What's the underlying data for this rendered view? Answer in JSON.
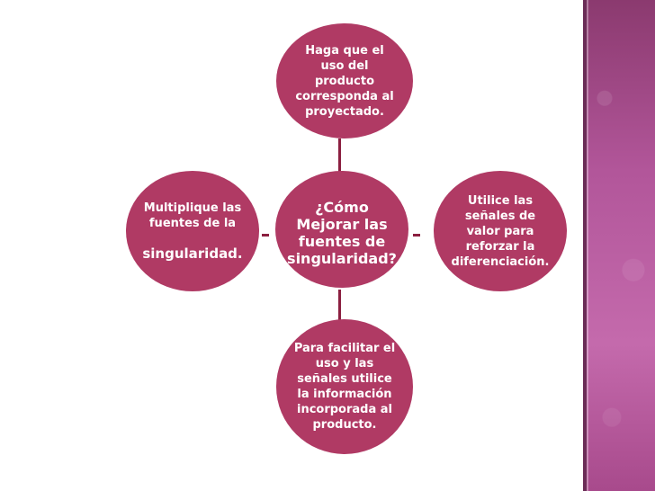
{
  "diagram": {
    "center": "¿Cómo\nMejorar las\nfuentes de\nsingularidad?",
    "top": "Haga que el\nuso del\nproducto\ncorresponda al\nproyectado.",
    "right": "Utilice las\nseñales de\nvalor para\nreforzar la\ndiferenciación.",
    "bottom": "Para facilitar el\nuso y las\nseñales utilice\nla información\nincorporada al\nproducto.",
    "left_line1": "Multiplique las\nfuentes de la",
    "left_line2": "singularidad."
  },
  "colors": {
    "node_fill": "#b03a64",
    "connector": "#8b1f40",
    "side_band": "#b2569a"
  }
}
